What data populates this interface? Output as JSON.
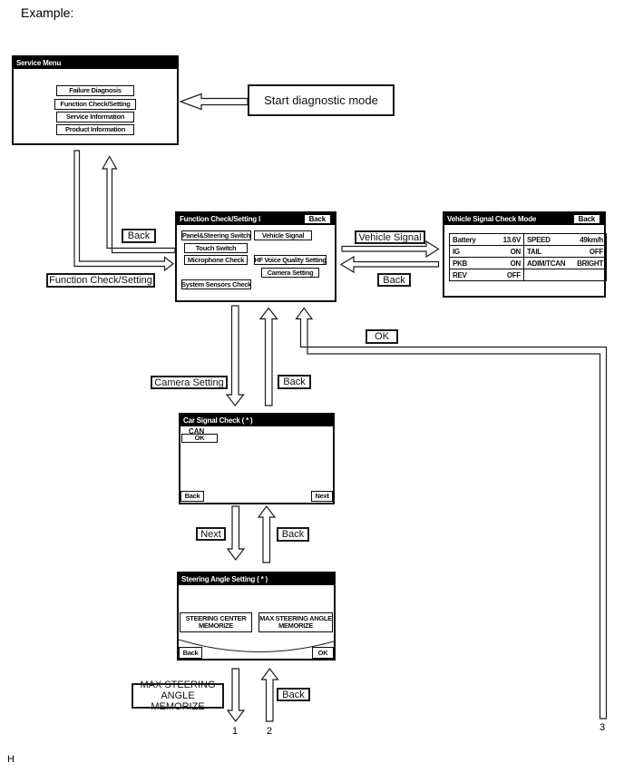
{
  "page": {
    "example_label": "Example:",
    "page_code": "H"
  },
  "refs": {
    "r1": "1",
    "r2": "2",
    "r3": "3"
  },
  "flow_labels": {
    "start_diagnostic": "Start diagnostic mode",
    "function_check_setting": "Function Check/Setting",
    "back_to_service_menu": "Back",
    "vehicle_signal": "Vehicle Signal",
    "back_from_vehicle_signal": "Back",
    "camera_setting": "Camera Setting",
    "back_from_car_signal": "Back",
    "ok_from_steering": "OK",
    "next_to_steering": "Next",
    "back_from_steering": "Back",
    "max_steering_angle_memorize": "MAX STEERING ANGLE MEMORIZE",
    "back_bottom": "Back"
  },
  "screens": {
    "service_menu": {
      "title": "Service Menu",
      "buttons": [
        "Failure Diagnosis",
        "Function Check/Setting",
        "Service Information",
        "Product Information"
      ]
    },
    "function_check": {
      "title": "Function Check/Setting I",
      "back_label": "Back",
      "left_buttons": [
        "Panel&Steering Switch",
        "Touch Switch",
        "Microphone Check",
        "System Sensors Check"
      ],
      "right_buttons": [
        "Vehicle Signal",
        "HF Voice Quality Setting",
        "Camera Setting"
      ]
    },
    "vehicle_signal": {
      "title": "Vehicle Signal Check Mode",
      "back_label": "Back",
      "rows": [
        {
          "l_name": "Battery",
          "l_val": "13.6V",
          "r_name": "SPEED",
          "r_val": "49km/h"
        },
        {
          "l_name": "IG",
          "l_val": "ON",
          "r_name": "TAIL",
          "r_val": "OFF"
        },
        {
          "l_name": "PKB",
          "l_val": "ON",
          "r_name": "ADIM/TCAN",
          "r_val": "BRIGHT"
        },
        {
          "l_name": "REV",
          "l_val": "OFF",
          "r_name": "",
          "r_val": ""
        }
      ]
    },
    "car_signal": {
      "title": "Car Signal Check ( * )",
      "can_label": "CAN",
      "ok_button": "OK",
      "back_button": "Back",
      "next_button": "Next"
    },
    "steering": {
      "title": "Steering Angle Setting ( * )",
      "buttons": [
        "STEERING CENTER MEMORIZE",
        "MAX STEERING ANGLE MEMORIZE"
      ],
      "back_button": "Back",
      "ok_button": "OK"
    }
  }
}
